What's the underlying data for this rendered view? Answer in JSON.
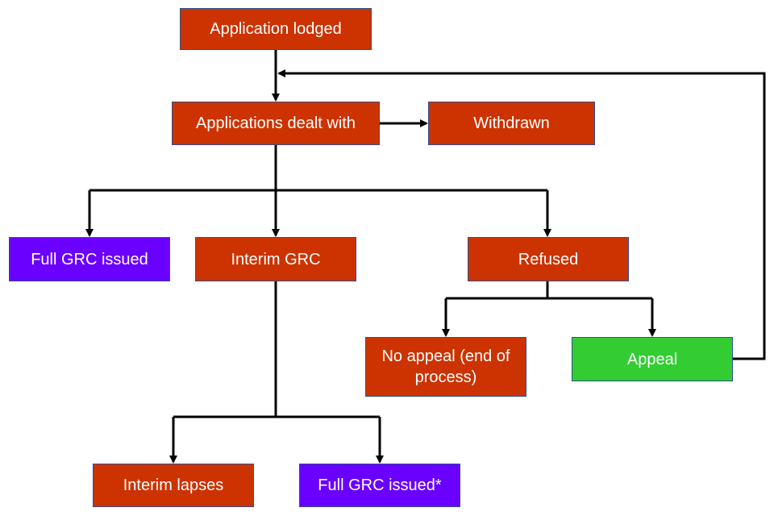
{
  "nodes": {
    "application_lodged": "Application lodged",
    "applications_dealt_with": "Applications dealt with",
    "withdrawn": "Withdrawn",
    "full_grc_issued": "Full GRC issued",
    "interim_grc": "Interim GRC",
    "refused": "Refused",
    "no_appeal": "No appeal (end of process)",
    "appeal": "Appeal",
    "interim_lapses": "Interim lapses",
    "full_grc_issued_star": "Full GRC issued*"
  },
  "colors": {
    "process": "#cc3300",
    "grc_issued": "#6a00ff",
    "appeal": "#33cc33",
    "border": "#2f4f8f",
    "connector": "#000000"
  },
  "edges": [
    {
      "from": "Application lodged",
      "to": "Applications dealt with"
    },
    {
      "from": "Applications dealt with",
      "to": "Withdrawn"
    },
    {
      "from": "Applications dealt with",
      "to": "Full GRC issued"
    },
    {
      "from": "Applications dealt with",
      "to": "Interim GRC"
    },
    {
      "from": "Applications dealt with",
      "to": "Refused"
    },
    {
      "from": "Refused",
      "to": "No appeal (end of process)"
    },
    {
      "from": "Refused",
      "to": "Appeal"
    },
    {
      "from": "Appeal",
      "to": "Applications dealt with"
    },
    {
      "from": "Interim GRC",
      "to": "Interim lapses"
    },
    {
      "from": "Interim GRC",
      "to": "Full GRC issued*"
    }
  ]
}
